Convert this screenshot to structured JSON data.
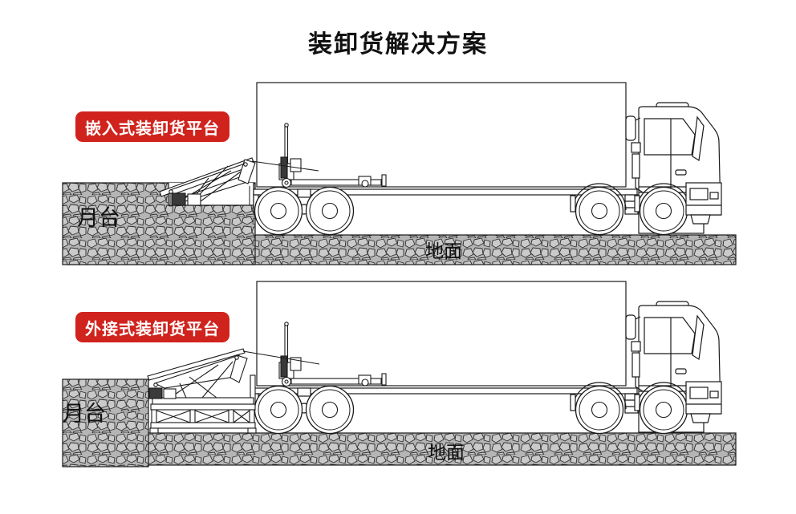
{
  "title": "装卸货解决方案",
  "scenes": [
    {
      "label": "嵌入式装卸货平台",
      "platform_label": "月台",
      "ground_label": "地面"
    },
    {
      "label": "外接式装卸货平台",
      "platform_label": "月台",
      "ground_label": "地面"
    }
  ],
  "colors": {
    "label_bg": "#d0231d",
    "label_text": "#ffffff",
    "line": "#1a1a1a",
    "stone_bg": "#b5b5b5",
    "stone_fill": "#cacaca"
  }
}
